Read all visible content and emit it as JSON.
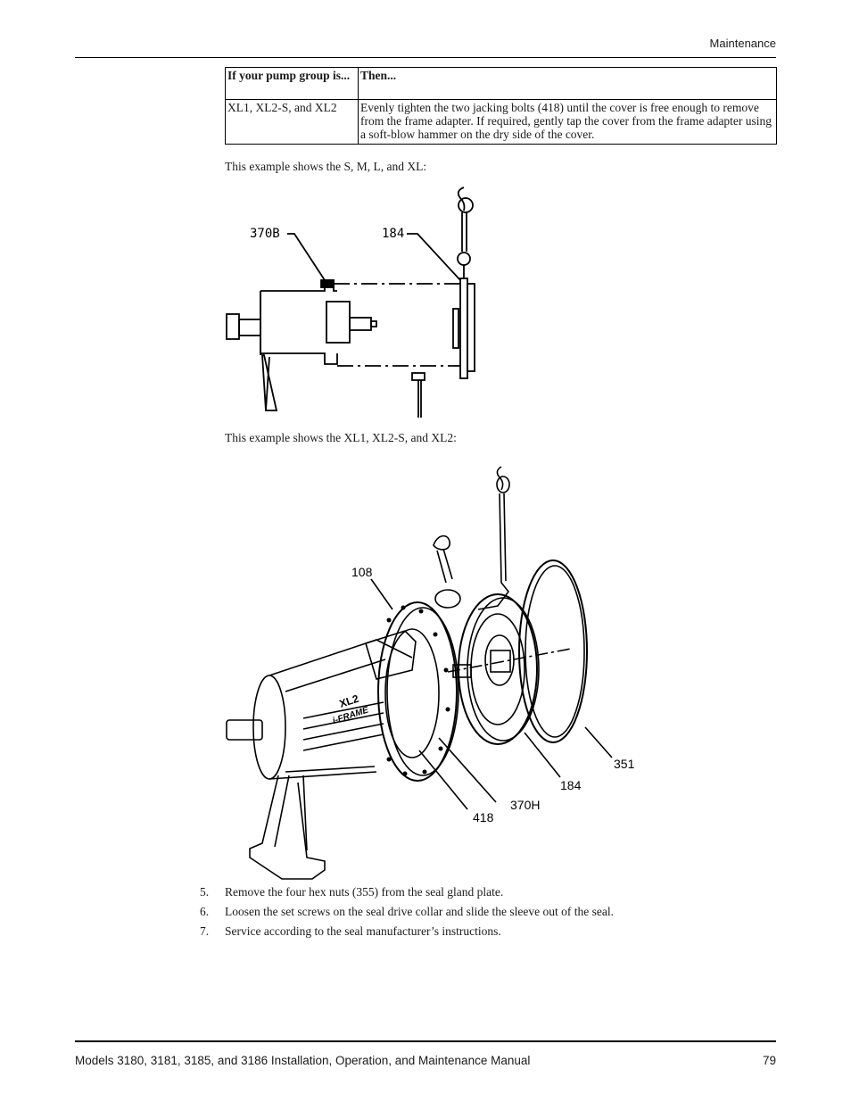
{
  "header": {
    "section": "Maintenance"
  },
  "table": {
    "headers": [
      "If your pump group is...",
      "Then..."
    ],
    "rows": [
      [
        "XL1, XL2-S, and XL2",
        "Evenly tighten the two jacking bolts (418) until the cover is free enough to remove from the frame adapter. If required, gently tap the cover from the frame adapter using a soft-blow hammer on the dry side of the cover."
      ]
    ]
  },
  "figures": {
    "fig1": {
      "caption": "This example shows the S, M, L, and XL:",
      "labels": {
        "seal_cover_bolt": "370B",
        "cover": "184"
      }
    },
    "fig2": {
      "caption": "This example shows the XL1, XL2-S, and XL2:",
      "labels": {
        "frame_adapter": "108",
        "gasket": "351",
        "cover": "184",
        "cap_screw": "370H",
        "jacking_bolt": "418"
      },
      "frame_text": {
        "model": "XL2",
        "type": "i-FRAME"
      }
    }
  },
  "steps": [
    {
      "num": "5.",
      "text": "Remove the four hex nuts (355) from the seal gland plate."
    },
    {
      "num": "6.",
      "text": "Loosen the set screws on the seal drive collar and slide the sleeve out of the seal."
    },
    {
      "num": "7.",
      "text": "Service according to the seal manufacturer’s instructions."
    }
  ],
  "footer": {
    "title": "Models 3180, 3181, 3185, and 3186 Installation, Operation, and Maintenance Manual",
    "page": "79"
  }
}
